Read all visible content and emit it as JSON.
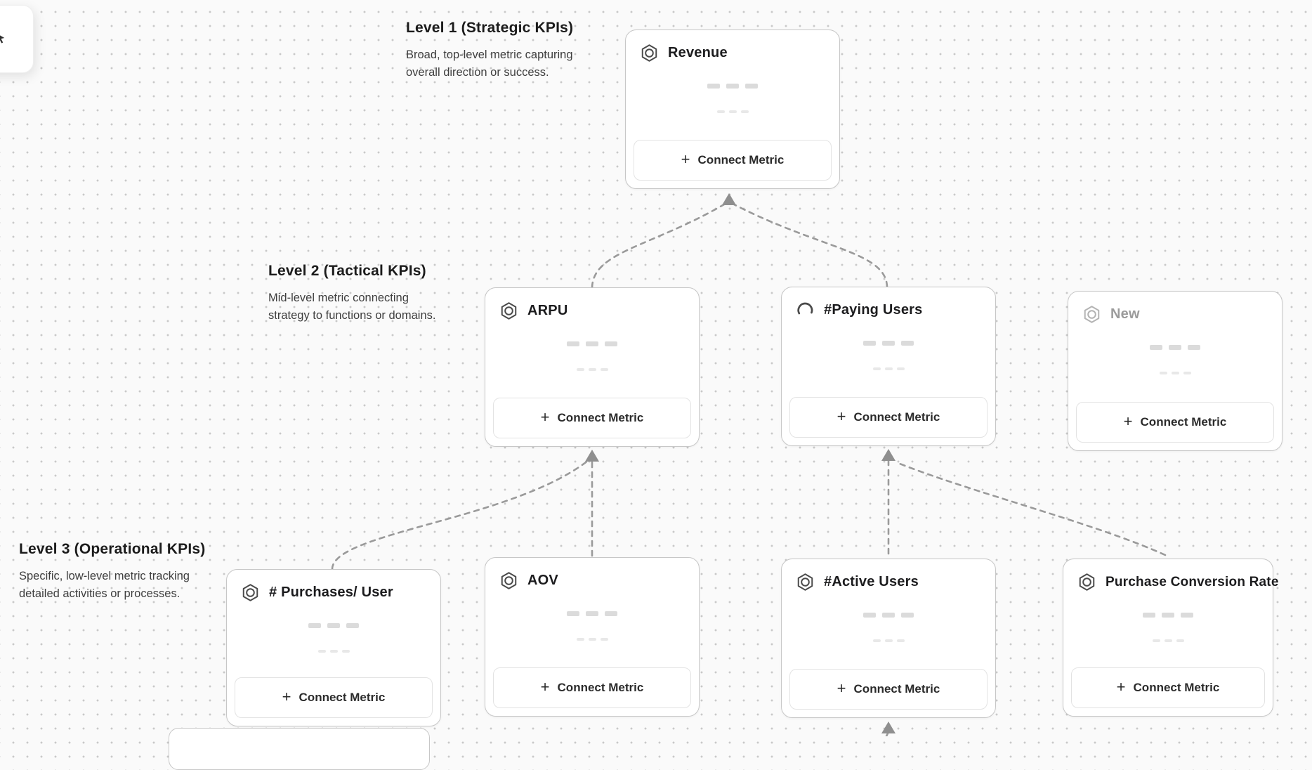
{
  "colors": {
    "canvas_bg": "#fafafa",
    "dot_grid": "#c9c9c9",
    "card_border": "#c7c7c7",
    "card_title": "#1c1c1e",
    "muted_title": "#9b9b9b",
    "edge_dash": "#9a9a9a",
    "arrowhead": "#8f8f8f",
    "level_title": "#1b1b1b",
    "level_desc": "#3e3e3e",
    "button_border": "#e3e3e3",
    "button_text": "#2b2b2b",
    "skeleton_bar": "#dbdbdb"
  },
  "levels": [
    {
      "title": "Level 1 (Strategic KPIs)",
      "description_lines": [
        "Broad, top-level metric capturing",
        "overall direction or success."
      ]
    },
    {
      "title": "Level 2 (Tactical KPIs)",
      "description_lines": [
        "Mid-level metric connecting",
        "strategy to functions or domains."
      ]
    },
    {
      "title": "Level 3 (Operational KPIs)",
      "description_lines": [
        "Specific, low-level metric tracking",
        "detailed activities or processes."
      ]
    }
  ],
  "cards": [
    {
      "title": "Revenue",
      "level": 1,
      "icon": "hexagon-metric-icon"
    },
    {
      "title": "ARPU",
      "level": 2,
      "icon": "hexagon-metric-icon"
    },
    {
      "title": "#Paying Users",
      "level": 2,
      "icon": "loading-spinner-icon"
    },
    {
      "title": "New",
      "level": 2,
      "icon": "hexagon-metric-icon",
      "state": "placeholder"
    },
    {
      "title": "# Purchases/ User",
      "level": 3,
      "icon": "hexagon-metric-icon"
    },
    {
      "title": "AOV",
      "level": 3,
      "icon": "hexagon-metric-icon"
    },
    {
      "title": "#Active Users",
      "level": 3,
      "icon": "hexagon-metric-icon"
    },
    {
      "title": "Purchase Conversion Rate",
      "level": 3,
      "icon": "hexagon-metric-icon"
    }
  ],
  "connect_button": {
    "plus": "+",
    "label": "Connect Metric"
  }
}
